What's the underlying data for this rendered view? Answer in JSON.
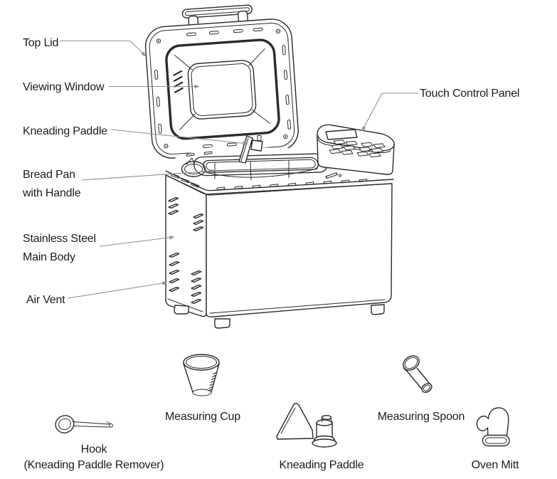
{
  "diagram": {
    "parts": {
      "top_lid": "Top Lid",
      "viewing_window": "Viewing Window",
      "kneading_paddle": "Kneading Paddle",
      "bread_pan_1": "Bread Pan",
      "bread_pan_2": "with Handle",
      "main_body_1": "Stainless Steel",
      "main_body_2": "Main Body",
      "air_vent": "Air Vent",
      "touch_control_panel": "Touch Control Panel"
    },
    "accessories": {
      "measuring_cup": "Measuring Cup",
      "hook_1": "Hook",
      "hook_2": "(Kneading Paddle Remover)",
      "kneading_paddle": "Kneading Paddle",
      "measuring_spoon": "Measuring Spoon",
      "oven_mitt": "Oven Mitt"
    },
    "colors": {
      "line": "#2b2b2b",
      "leader": "#8f8f8f",
      "text": "#1c1c1c",
      "background": "#ffffff"
    }
  }
}
